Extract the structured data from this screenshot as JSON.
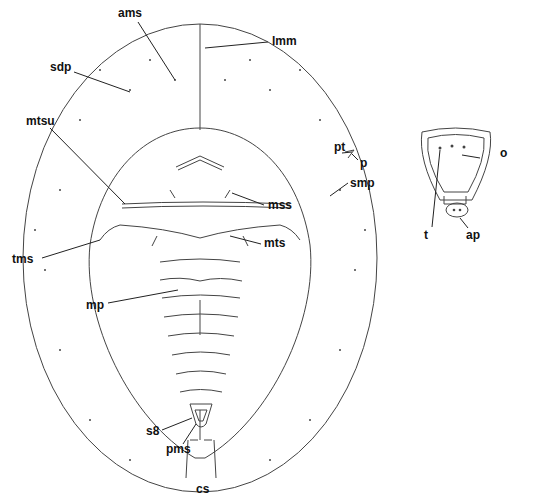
{
  "diagram": {
    "labels": [
      "ams",
      "lmm",
      "sdp",
      "mtsu",
      "pt",
      "p",
      "smp",
      "mss",
      "tms",
      "mts",
      "mp",
      "s8",
      "pms",
      "cs",
      "o",
      "t",
      "ap"
    ]
  }
}
